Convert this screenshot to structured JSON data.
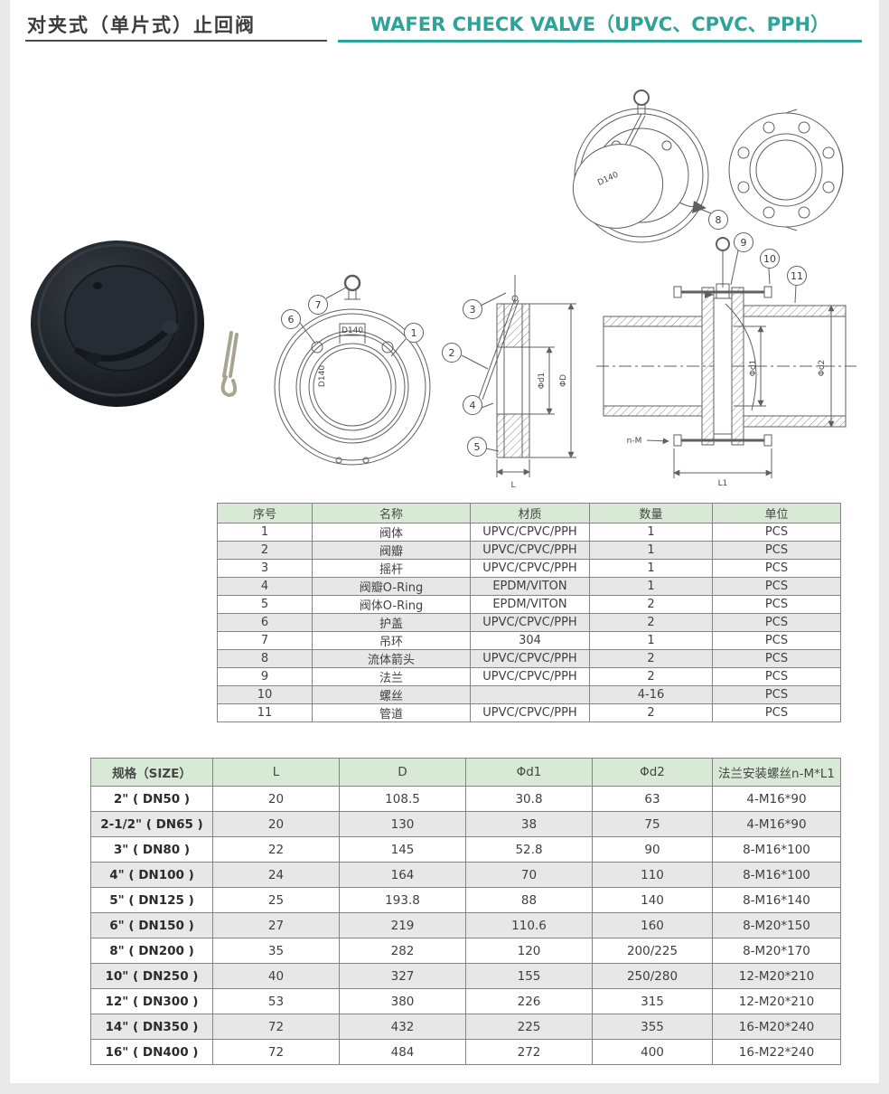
{
  "page": {
    "title_cn": "对夹式（单片式）止回阀",
    "title_en": "WAFER CHECK VALVE（UPVC、CPVC、PPH）"
  },
  "drawing": {
    "callouts": [
      "1",
      "2",
      "3",
      "4",
      "5",
      "6",
      "7",
      "8",
      "9",
      "10",
      "11"
    ],
    "labels": {
      "phi_d1": "Φd1",
      "phi_D": "ΦD",
      "phi_d2": "Φd2",
      "L": "L",
      "L1": "L1",
      "n_M": "n-M",
      "tag": "D140"
    }
  },
  "parts_table": {
    "headers": [
      "序号",
      "名称",
      "材质",
      "数量",
      "单位"
    ],
    "rows": [
      [
        "1",
        "阀体",
        "UPVC/CPVC/PPH",
        "1",
        "PCS"
      ],
      [
        "2",
        "阀瓣",
        "UPVC/CPVC/PPH",
        "1",
        "PCS"
      ],
      [
        "3",
        "摇杆",
        "UPVC/CPVC/PPH",
        "1",
        "PCS"
      ],
      [
        "4",
        "阀瓣O-Ring",
        "EPDM/VITON",
        "1",
        "PCS"
      ],
      [
        "5",
        "阀体O-Ring",
        "EPDM/VITON",
        "2",
        "PCS"
      ],
      [
        "6",
        "护盖",
        "UPVC/CPVC/PPH",
        "2",
        "PCS"
      ],
      [
        "7",
        "吊环",
        "304",
        "1",
        "PCS"
      ],
      [
        "8",
        "流体箭头",
        "UPVC/CPVC/PPH",
        "2",
        "PCS"
      ],
      [
        "9",
        "法兰",
        "UPVC/CPVC/PPH",
        "2",
        "PCS"
      ],
      [
        "10",
        "螺丝",
        "",
        "4-16",
        "PCS"
      ],
      [
        "11",
        "管道",
        "UPVC/CPVC/PPH",
        "2",
        "PCS"
      ]
    ]
  },
  "size_table": {
    "headers": [
      "规格（SIZE）",
      "L",
      "D",
      "Φd1",
      "Φd2",
      "法兰安装螺丝n-M*L1"
    ],
    "rows": [
      [
        "2\" ( DN50 )",
        "20",
        "108.5",
        "30.8",
        "63",
        "4-M16*90"
      ],
      [
        "2-1/2\" ( DN65 )",
        "20",
        "130",
        "38",
        "75",
        "4-M16*90"
      ],
      [
        "3\" ( DN80 )",
        "22",
        "145",
        "52.8",
        "90",
        "8-M16*100"
      ],
      [
        "4\" ( DN100 )",
        "24",
        "164",
        "70",
        "110",
        "8-M16*100"
      ],
      [
        "5\" ( DN125 )",
        "25",
        "193.8",
        "88",
        "140",
        "8-M16*140"
      ],
      [
        "6\" ( DN150 )",
        "27",
        "219",
        "110.6",
        "160",
        "8-M20*150"
      ],
      [
        "8\" ( DN200 )",
        "35",
        "282",
        "120",
        "200/225",
        "8-M20*170"
      ],
      [
        "10\" ( DN250 )",
        "40",
        "327",
        "155",
        "250/280",
        "12-M20*210"
      ],
      [
        "12\" ( DN300 )",
        "53",
        "380",
        "226",
        "315",
        "12-M20*210"
      ],
      [
        "14\" ( DN350 )",
        "72",
        "432",
        "225",
        "355",
        "16-M20*240"
      ],
      [
        "16\" ( DN400 )",
        "72",
        "484",
        "272",
        "400",
        "16-M22*240"
      ]
    ]
  },
  "colors": {
    "accent": "#2da498",
    "table_header_bg": "#d8ead6",
    "row_alt_bg": "#e7e7e7"
  }
}
